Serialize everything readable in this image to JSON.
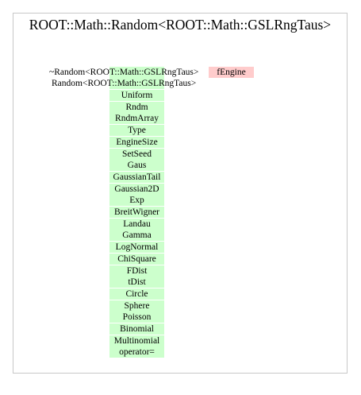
{
  "diagram": {
    "title": "ROOT::Math::Random<ROOT::Math::GSLRngTaus>",
    "destructor": "~Random<ROOT::Math::GSLRngTaus>",
    "constructor": "Random<ROOT::Math::GSLRngTaus>",
    "data_member": "fEngine",
    "methods": [
      "Uniform",
      "Rndm",
      "RndmArray",
      "Type",
      "EngineSize",
      "SetSeed",
      "Gaus",
      "GaussianTail",
      "Gaussian2D",
      "Exp",
      "BreitWigner",
      "Landau",
      "Gamma",
      "LogNormal",
      "ChiSquare",
      "FDist",
      "tDist",
      "Circle",
      "Sphere",
      "Poisson",
      "Binomial",
      "Multinomial",
      "operator="
    ],
    "colors": {
      "method_bg": "#ccffcc",
      "member_bg": "#ffcccc",
      "frame_border": "#c8c8c8"
    }
  }
}
